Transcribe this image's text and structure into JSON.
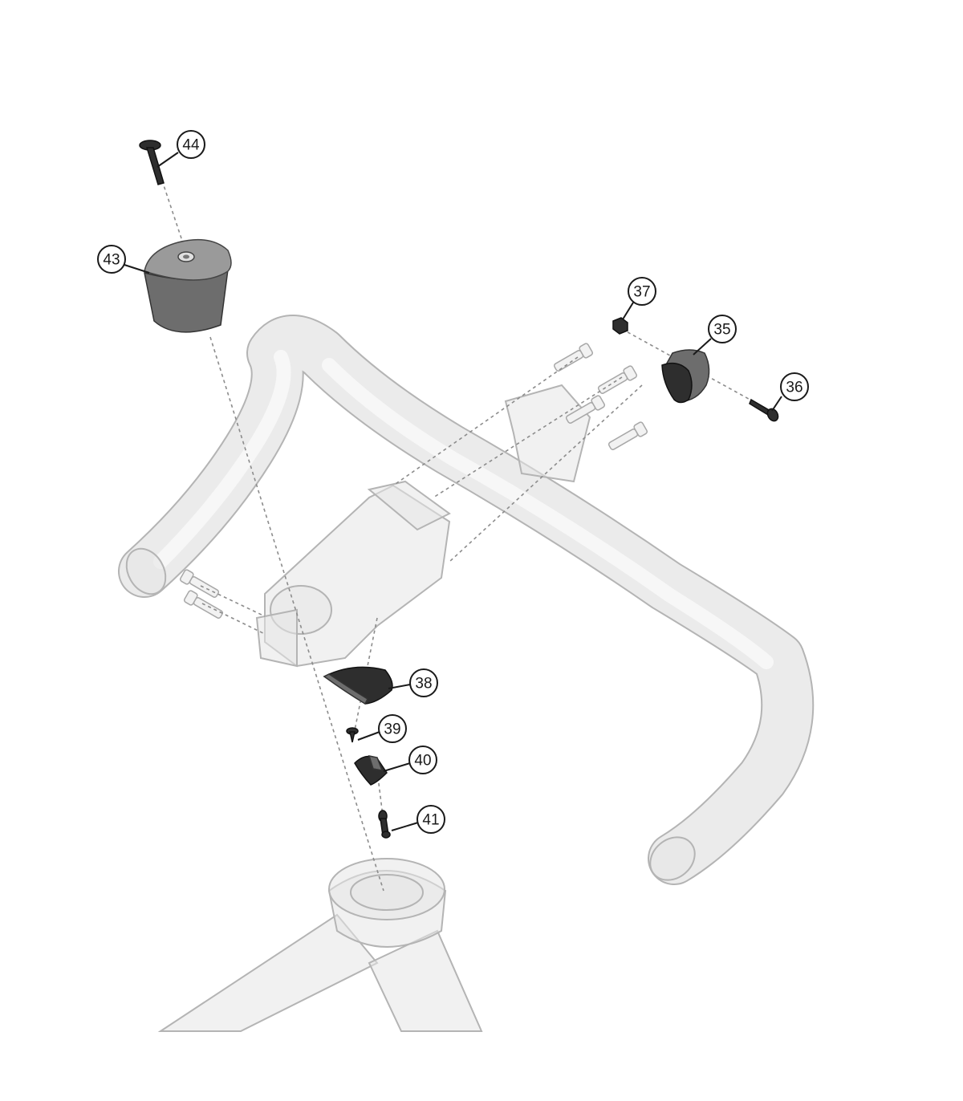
{
  "callouts": {
    "c35": "35",
    "c36": "36",
    "c37": "37",
    "c38": "38",
    "c39": "39",
    "c40": "40",
    "c41": "41",
    "c43": "43",
    "c44": "44"
  },
  "colors": {
    "background": "#ffffff",
    "ghost_part": "#e6e6e6",
    "ghost_outline": "#b4b4b4",
    "dark_part": "#2e2e2e",
    "medium_part": "#6d6d6d",
    "callout_line": "#1a1a1a"
  }
}
